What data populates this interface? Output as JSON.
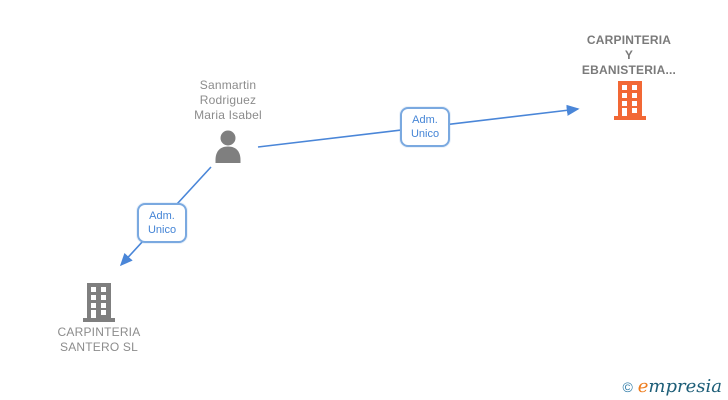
{
  "diagram": {
    "person": {
      "name_lines": [
        "Sanmartin",
        "Rodriguez",
        "Maria Isabel"
      ],
      "icon": "person-silhouette"
    },
    "companies": [
      {
        "label_lines": [
          "CARPINTERIA",
          "Y",
          "EBANISTERIA..."
        ],
        "icon": "building-icon",
        "icon_color": "#f26835"
      },
      {
        "label_lines": [
          "CARPINTERIA",
          "SANTERO SL"
        ],
        "icon": "building-icon",
        "icon_color": "#7f7f7f"
      }
    ],
    "edges": [
      {
        "label_lines": [
          "Adm.",
          "Unico"
        ],
        "direction": "person-to-company-top-right"
      },
      {
        "label_lines": [
          "Adm.",
          "Unico"
        ],
        "direction": "person-to-company-bottom-left"
      }
    ],
    "colors": {
      "edge_blue": "#4a86d8",
      "edge_box_border": "#7aa9e0",
      "edge_box_text": "#4585d6",
      "gray_icon": "#7f7f7f",
      "orange_icon": "#f26835",
      "label_gray": "#8c8c8c"
    }
  },
  "footer": {
    "copyright_symbol": "©",
    "brand_first_letter": "e",
    "brand_rest": "mpresia"
  }
}
